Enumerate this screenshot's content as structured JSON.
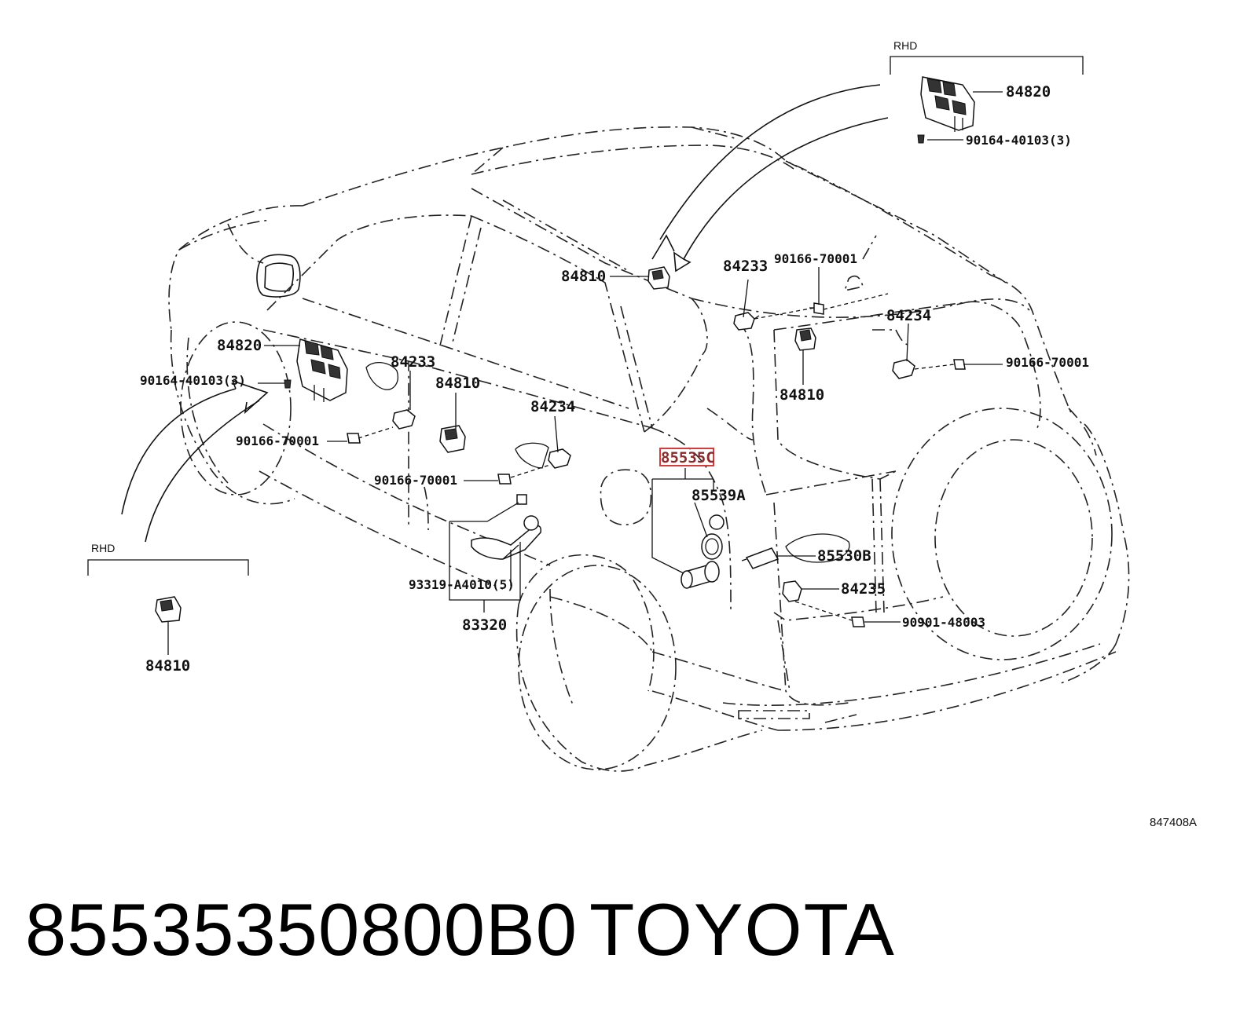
{
  "diagram": {
    "figure_code": "847408A",
    "rhd_labels": [
      "RHD",
      "RHD"
    ],
    "highlight_color": "#d63b3b",
    "labels": {
      "top_right_84820": "84820",
      "top_right_90164": "90164-40103(3)",
      "l_84810_top": "84810",
      "l_84233_top": "84233",
      "l_90166_top": "90166-70001",
      "l_84234_right": "84234",
      "l_90166_right": "90166-70001",
      "l_84810_right": "84810",
      "l_84820_left": "84820",
      "l_90164_left": "90164-40103(3)",
      "l_84233_mid": "84233",
      "l_84810_mid": "84810",
      "l_84234_mid": "84234",
      "l_90166_left": "90166-70001",
      "l_90166_center": "90166-70001",
      "l_85535": "85535C",
      "l_85539": "85539A",
      "l_85530": "85530B",
      "l_84235": "84235",
      "l_90901": "90901-48003",
      "l_93319": "93319-A4010(5)",
      "l_83320": "83320",
      "l_84810_bottom": "84810"
    }
  },
  "footer": {
    "part_number": "85535350800B0",
    "brand": "TOYOTA"
  }
}
